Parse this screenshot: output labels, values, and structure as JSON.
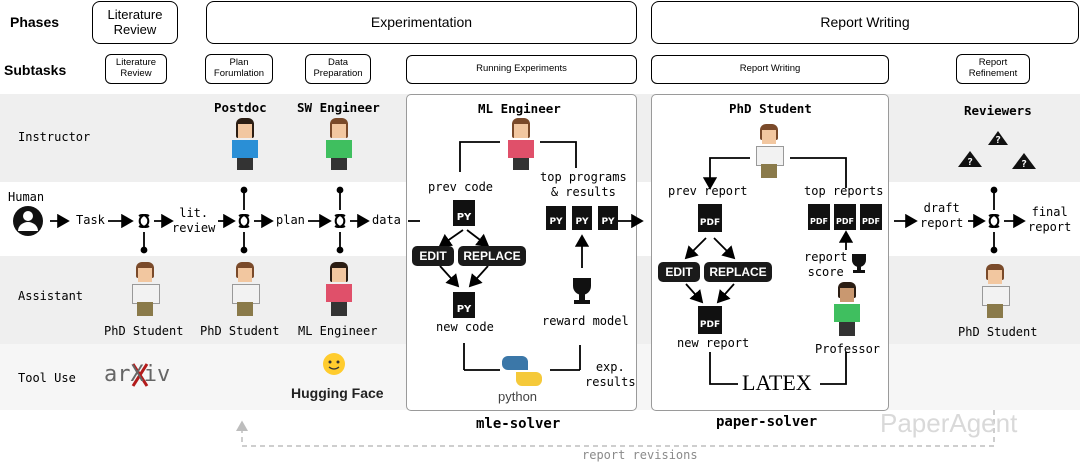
{
  "header": {
    "phases_label": "Phases",
    "subtasks_label": "Subtasks",
    "phases": [
      "Literature\nReview",
      "Experimentation",
      "Report Writing"
    ],
    "subtasks": [
      "Literature\nReview",
      "Plan\nForumlation",
      "Data\nPreparation",
      "Running Experiments",
      "Report Writing",
      "Report\nRefinement"
    ]
  },
  "rows": {
    "instructor": "Instructor",
    "human": "Human",
    "assistant": "Assistant",
    "tool_use": "Tool Use"
  },
  "agents": {
    "postdoc": "Postdoc",
    "sw_engineer": "SW Engineer",
    "ml_engineer_top": "ML Engineer",
    "phd_student_top": "PhD Student",
    "reviewers": "Reviewers",
    "phd_student_1": "PhD Student",
    "phd_student_2": "PhD Student",
    "ml_engineer_bottom": "ML Engineer",
    "professor": "Professor",
    "phd_student_3": "PhD Student"
  },
  "flow": {
    "task": "Task",
    "lit_review": "lit.\nreview",
    "plan": "plan",
    "data": "data",
    "draft_report": "draft\nreport",
    "final_report": "final\nreport"
  },
  "mle_solver": {
    "name": "mle-solver",
    "prev_code": "prev code",
    "top_programs": "top programs\n& results",
    "edit": "EDIT",
    "replace": "REPLACE",
    "new_code": "new code",
    "reward_model": "reward model",
    "exp_results": "exp.\nresults",
    "file_label": "PY"
  },
  "paper_solver": {
    "name": "paper-solver",
    "prev_report": "prev report",
    "top_reports": "top reports",
    "edit": "EDIT",
    "replace": "REPLACE",
    "new_report": "new report",
    "report_score": "report\nscore",
    "file_label": "PDF"
  },
  "tools": {
    "arxiv": "arXiv",
    "hugging_face": "Hugging Face",
    "python": "python",
    "latex": "LATEX"
  },
  "report_revisions": "report revisions",
  "watermark": "PaperAgent",
  "colors": {
    "row_alt": "#efefef",
    "solver_border": "#9a9a9a",
    "pill": "#1a1a1a",
    "dashed": "#bdbdbd",
    "python_blue": "#3b77a8",
    "python_yellow": "#f5c93a",
    "hf_yellow": "#ffcc2e",
    "avatar_blue": "#2a8fd6",
    "avatar_green": "#3fbf5f",
    "avatar_pink": "#e0506a",
    "avatar_white": "#f2f2f2"
  }
}
